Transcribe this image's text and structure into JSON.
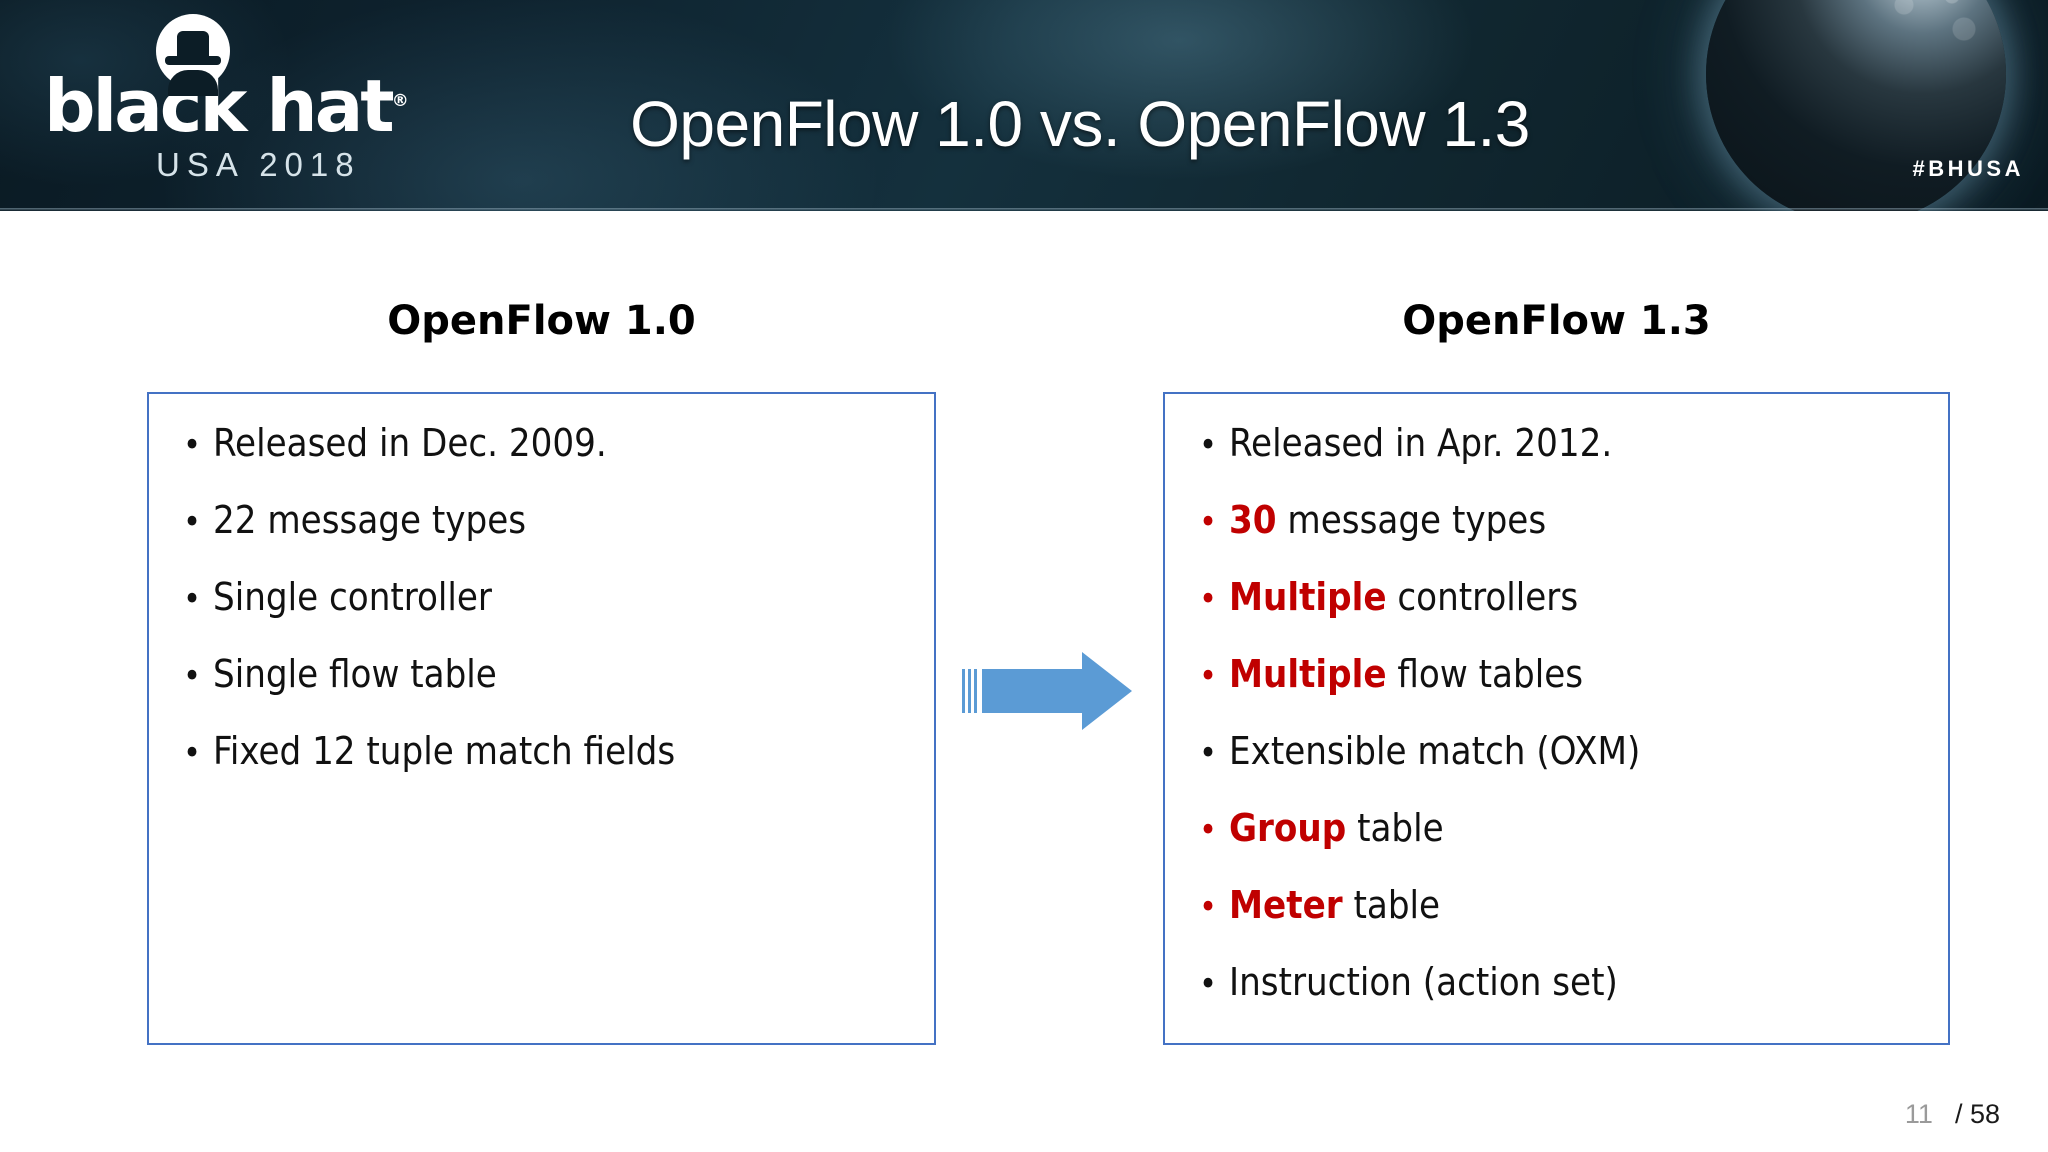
{
  "header": {
    "title": "OpenFlow 1.0 vs. OpenFlow 1.3",
    "hashtag": "#BHUSA",
    "logo": {
      "wordmark": "black hat",
      "registered": "®",
      "subtitle": "USA 2018"
    }
  },
  "colors": {
    "accent_red": "#C00000",
    "panel_border_blue": "#4472C4",
    "arrow_blue": "#5B9BD5",
    "banner_dark": "#0E222E",
    "page_number_gray": "#9A9A9A"
  },
  "left_column": {
    "heading": "OpenFlow 1.0",
    "bullets": [
      {
        "dot": "•",
        "highlight": false,
        "text": "Released in Dec. 2009."
      },
      {
        "dot": "•",
        "highlight": false,
        "text": "22 message types"
      },
      {
        "dot": "•",
        "highlight": false,
        "text": "Single controller"
      },
      {
        "dot": "•",
        "highlight": false,
        "text": "Single flow table"
      },
      {
        "dot": "•",
        "highlight": false,
        "text": "Fixed 12 tuple match fields"
      }
    ]
  },
  "right_column": {
    "heading": "OpenFlow 1.3",
    "bullets": [
      {
        "dot": "•",
        "highlight": false,
        "emphasis": "",
        "text": "Released in Apr. 2012."
      },
      {
        "dot": "•",
        "highlight": true,
        "emphasis": "30",
        "text": " message types"
      },
      {
        "dot": "•",
        "highlight": true,
        "emphasis": "Multiple",
        "text": " controllers"
      },
      {
        "dot": "•",
        "highlight": true,
        "emphasis": "Multiple",
        "text": " flow tables"
      },
      {
        "dot": "•",
        "highlight": false,
        "emphasis": "",
        "text": "Extensible match (OXM)"
      },
      {
        "dot": "•",
        "highlight": true,
        "emphasis": "Group",
        "text": " table"
      },
      {
        "dot": "•",
        "highlight": true,
        "emphasis": "Meter",
        "text": " table"
      },
      {
        "dot": "•",
        "highlight": false,
        "emphasis": "",
        "text": "Instruction (action set)"
      }
    ]
  },
  "arrow": {
    "direction": "right",
    "label": ""
  },
  "footer": {
    "current_page": "11",
    "total_pages": "/ 58"
  }
}
